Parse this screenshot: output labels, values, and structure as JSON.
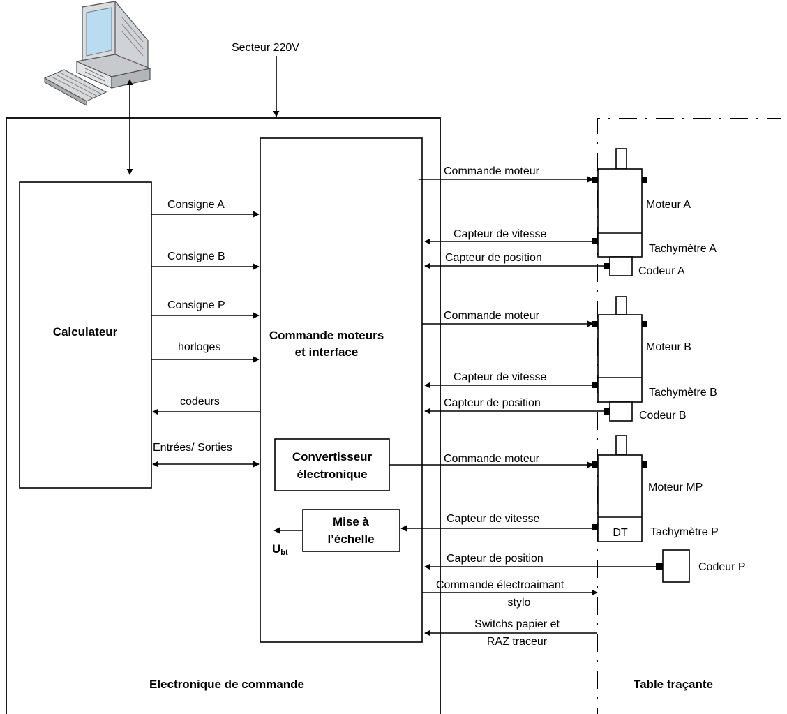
{
  "mains": {
    "label": "Secteur 220V"
  },
  "calculateur": {
    "label": "Calculateur"
  },
  "commande": {
    "line1": "Commande moteurs",
    "line2": "et interface"
  },
  "convertisseur": {
    "line1": "Convertisseur",
    "line2": "électronique"
  },
  "mise_echelle": {
    "line1": "Mise à",
    "line2": "l’échelle",
    "output_main": "U",
    "output_sub": "bt"
  },
  "left_signals": {
    "consigne_a": "Consigne A",
    "consigne_b": "Consigne B",
    "consigne_p": "Consigne P",
    "horloges": "horloges",
    "codeurs": "codeurs",
    "entrees_sorties": "Entrées/ Sorties"
  },
  "right_signals": {
    "cmd_moteur_a": "Commande moteur",
    "capt_vitesse_a": "Capteur de vitesse",
    "capt_position_a": "Capteur de position",
    "cmd_moteur_b": "Commande moteur",
    "capt_vitesse_b": "Capteur de vitesse",
    "capt_position_b": "Capteur de position",
    "cmd_moteur_p": "Commande moteur",
    "capt_vitesse_p": "Capteur de vitesse",
    "capt_position_p": "Capteur de position",
    "electroaimant_1": "Commande électroaimant",
    "electroaimant_2": "stylo",
    "switchs_1": "Switchs papier et",
    "switchs_2": "RAZ traceur"
  },
  "devices": {
    "moteur_a": "Moteur A",
    "tachy_a": "Tachymètre  A",
    "codeur_a": "Codeur A",
    "moteur_b": "Moteur B",
    "tachy_b": "Tachymètre B",
    "codeur_b": "Codeur B",
    "moteur_mp": "Moteur MP",
    "dt": "DT",
    "tachy_p": "Tachymètre P",
    "codeur_p": "Codeur P"
  },
  "regions": {
    "electronique": "Electronique de commande",
    "table": "Table traçante"
  }
}
